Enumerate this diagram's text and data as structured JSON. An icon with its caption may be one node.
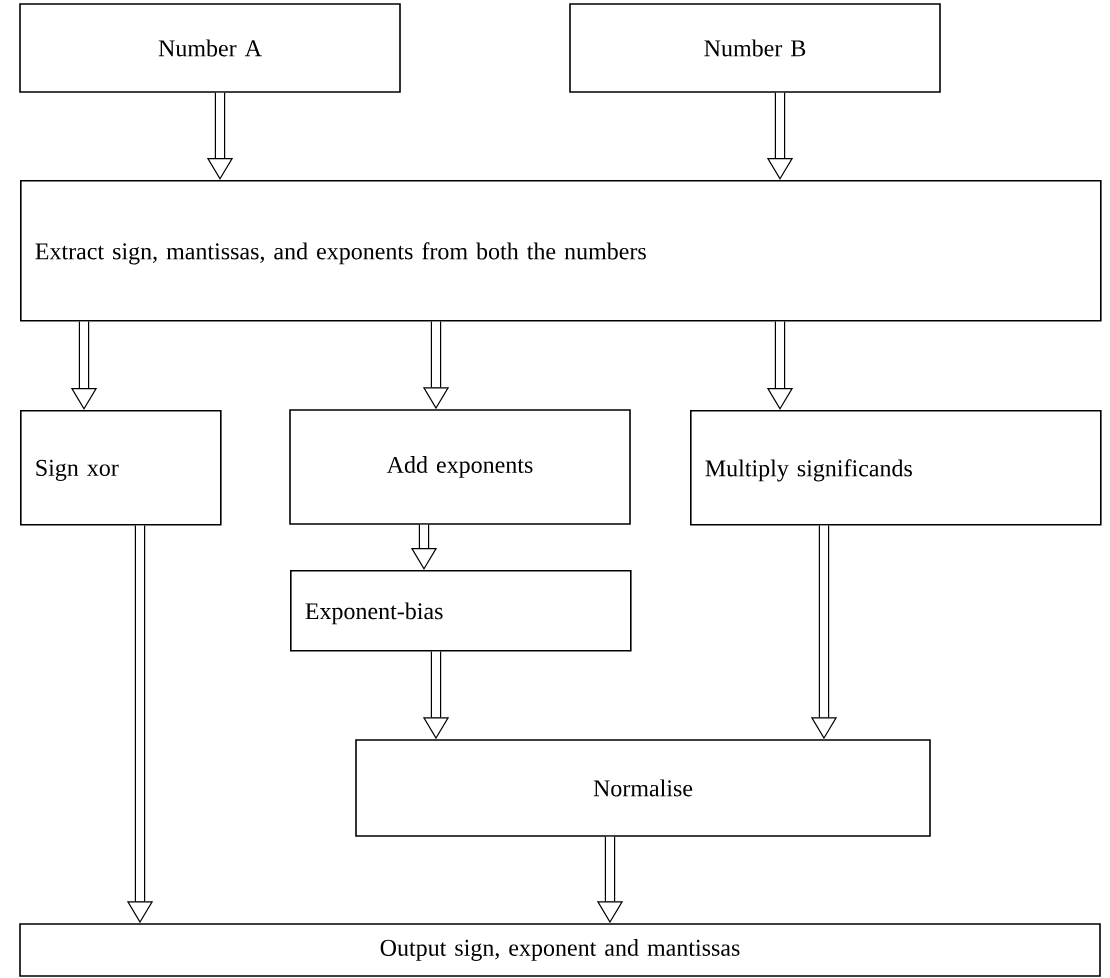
{
  "diagram": {
    "nodes": [
      {
        "text": [
          "Number A"
        ]
      },
      {
        "text": [
          "Number B"
        ]
      },
      {
        "text": [
          "Extract sign, mantissas, and exponents from both the numbers"
        ]
      },
      {
        "text": [
          "Sign xor"
        ]
      },
      {
        "text": [
          "Add exponents"
        ]
      },
      {
        "text": [
          "Multiply significands"
        ]
      },
      {
        "text": [
          "Exponent-bias"
        ]
      },
      {
        "text": [
          "Normalise"
        ]
      },
      {
        "text": [
          "Output sign, exponent and mantissas"
        ]
      }
    ],
    "edges": [
      {
        "from": 0,
        "to": 2,
        "arrow": "to"
      },
      {
        "from": 1,
        "to": 2,
        "arrow": "to"
      },
      {
        "from": 2,
        "to": 3,
        "arrow": "to"
      },
      {
        "from": 2,
        "to": 4,
        "arrow": "to"
      },
      {
        "from": 2,
        "to": 5,
        "arrow": "to"
      },
      {
        "from": 4,
        "to": 6,
        "arrow": "to"
      },
      {
        "from": 6,
        "to": 7,
        "arrow": "to"
      },
      {
        "from": 5,
        "to": 7,
        "arrow": "to"
      },
      {
        "from": 3,
        "to": 8,
        "arrow": "to"
      },
      {
        "from": 7,
        "to": 8,
        "arrow": "to"
      }
    ]
  }
}
